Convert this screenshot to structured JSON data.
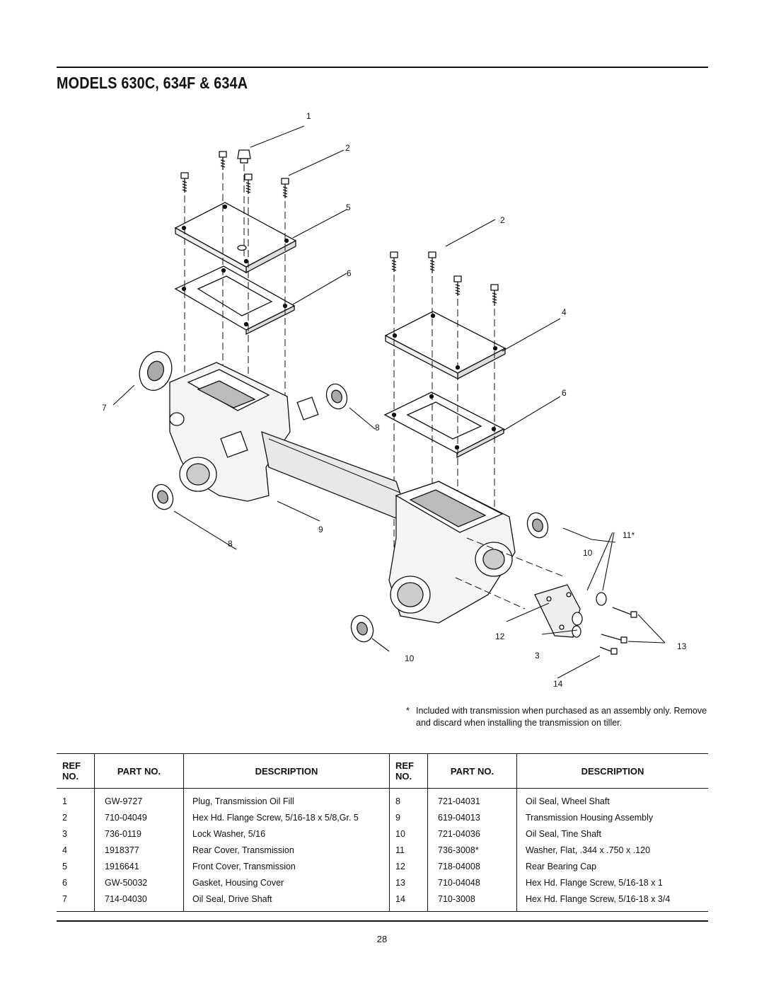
{
  "header": {
    "title": "MODELS 630C, 634F & 634A"
  },
  "diagram": {
    "callouts": [
      "1",
      "2",
      "5",
      "2",
      "6",
      "4",
      "6",
      "7",
      "8",
      "8",
      "9",
      "11*",
      "10",
      "12",
      "3",
      "13",
      "10",
      "14"
    ]
  },
  "note": {
    "marker": "*",
    "text": "Included with transmission when purchased as an assembly only. Remove and discard when installing the transmission on tiller."
  },
  "table": {
    "headers": {
      "ref": "REF NO.",
      "part": "PART NO.",
      "desc": "DESCRIPTION"
    },
    "rows": [
      {
        "l_ref": "1",
        "l_part": "GW-9727",
        "l_desc": "Plug, Transmission Oil Fill",
        "r_ref": "8",
        "r_part": "721-04031",
        "r_desc": "Oil Seal, Wheel Shaft"
      },
      {
        "l_ref": "2",
        "l_part": "710-04049",
        "l_desc": "Hex Hd. Flange Screw, 5/16-18 x 5/8,Gr. 5",
        "r_ref": "9",
        "r_part": "619-04013",
        "r_desc": "Transmission Housing Assembly"
      },
      {
        "l_ref": "3",
        "l_part": "736-0119",
        "l_desc": "Lock Washer, 5/16",
        "r_ref": "10",
        "r_part": "721-04036",
        "r_desc": "Oil Seal, Tine Shaft"
      },
      {
        "l_ref": "4",
        "l_part": "1918377",
        "l_desc": "Rear Cover, Transmission",
        "r_ref": "11",
        "r_part": "736-3008*",
        "r_desc": "Washer, Flat, .344 x .750 x .120"
      },
      {
        "l_ref": "5",
        "l_part": "1916641",
        "l_desc": "Front Cover, Transmission",
        "r_ref": "12",
        "r_part": "718-04008",
        "r_desc": "Rear Bearing Cap"
      },
      {
        "l_ref": "6",
        "l_part": "GW-50032",
        "l_desc": "Gasket, Housing Cover",
        "r_ref": "13",
        "r_part": "710-04048",
        "r_desc": "Hex Hd. Flange Screw, 5/16-18 x 1"
      },
      {
        "l_ref": "7",
        "l_part": "714-04030",
        "l_desc": "Oil Seal, Drive Shaft",
        "r_ref": "14",
        "r_part": "710-3008",
        "r_desc": "Hex Hd. Flange Screw, 5/16-18 x 3/4"
      }
    ]
  },
  "footer": {
    "page_number": "28"
  }
}
